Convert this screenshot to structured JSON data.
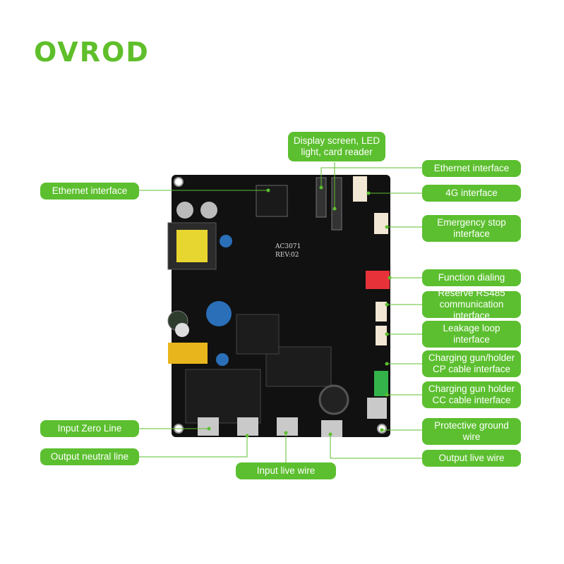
{
  "brand": {
    "logo_text": "OVROD",
    "accent_color": "#5cbf2f"
  },
  "board": {
    "model": "AC3071",
    "revision": "REV:02"
  },
  "labels": {
    "display_led_card": "Display screen, LED light, card reader",
    "ethernet_right": "Ethernet interface",
    "ethernet_left": "Ethernet interface",
    "g4": "4G interface",
    "emergency_stop": "Emergency stop interface",
    "function_dialing": "Function dialing",
    "rs485": "Reserve RS485 communication interface",
    "leakage_loop": "Leakage loop interface",
    "cp_cable": "Charging gun/holder CP cable interface",
    "cc_cable": "Charging gun holder CC cable interface",
    "protective_ground": "Protective ground wire",
    "output_live": "Output live wire",
    "input_zero": "Input Zero Line",
    "output_neutral": "Output neutral line",
    "input_live": "Input live wire"
  }
}
